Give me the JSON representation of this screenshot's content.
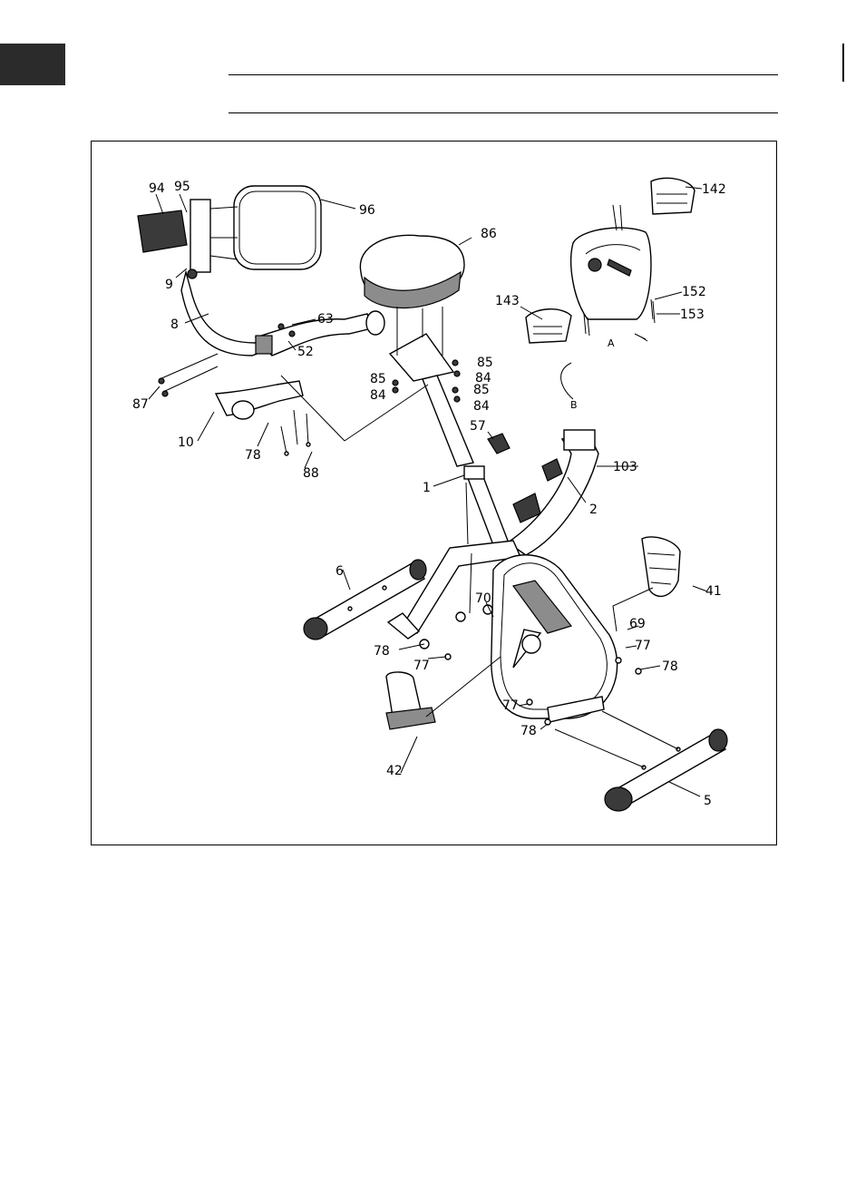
{
  "document": {
    "section_marker_color": "#2b2b2b"
  },
  "diagram": {
    "callouts": [
      "94",
      "95",
      "96",
      "86",
      "142",
      "9",
      "8",
      "63",
      "52",
      "143",
      "152",
      "153",
      "87",
      "85",
      "84",
      "85",
      "84",
      "85",
      "84",
      "10",
      "78",
      "88",
      "57",
      "B",
      "A",
      "1",
      "103",
      "2",
      "6",
      "41",
      "70",
      "69",
      "78",
      "77",
      "77",
      "78",
      "42",
      "77",
      "78",
      "5"
    ]
  }
}
